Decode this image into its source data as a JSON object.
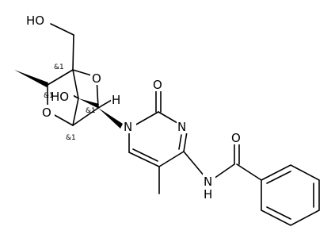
{
  "structure": {
    "labels": {
      "hydroxyl_top": "HO",
      "hydroxyl_bridge": "HO",
      "oxygen_bridge_ring": "O",
      "oxygen_ring_left": "O",
      "oxygen_carbonyl_pyrimidine": "O",
      "hydrogen_stereo": "H",
      "nitrogen_n1": "N",
      "nitrogen_n3": "N",
      "amide_nh": "N",
      "amide_h": "H",
      "oxygen_benzoyl": "O"
    },
    "stereo_marks": {
      "quaternary": "&1",
      "methyl_carbon": "&1",
      "anomeric": "&1",
      "bridgehead": "&1"
    },
    "colors": {
      "ink": "#000000",
      "background": "#ffffff"
    }
  }
}
